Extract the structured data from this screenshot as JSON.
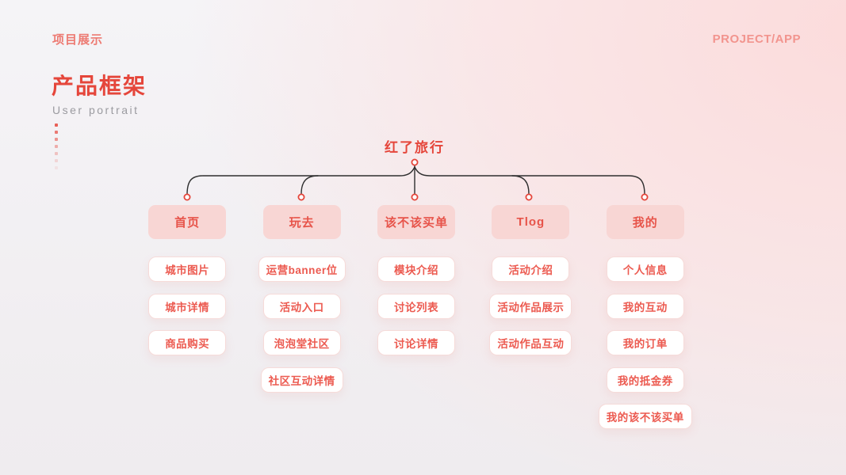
{
  "header": {
    "eyebrow": "项目展示",
    "corner_label": "PROJECT/APP",
    "title": "产品框架",
    "subtitle": "User portrait"
  },
  "tree": {
    "root": "红了旅行",
    "columns": [
      {
        "label": "首页",
        "items": [
          "城市图片",
          "城市详情",
          "商品购买"
        ]
      },
      {
        "label": "玩去",
        "items": [
          "运营banner位",
          "活动入口",
          "泡泡堂社区",
          "社区互动详情"
        ]
      },
      {
        "label": "该不该买单",
        "items": [
          "模块介绍",
          "讨论列表",
          "讨论详情"
        ]
      },
      {
        "label": "Tlog",
        "items": [
          "活动介绍",
          "活动作品展示",
          "活动作品互动"
        ]
      },
      {
        "label": "我的",
        "items": [
          "个人信息",
          "我的互动",
          "我的订单",
          "我的抵金券",
          "我的该不该买单"
        ]
      }
    ]
  },
  "colors": {
    "accent": "#e5463b",
    "accent_soft": "#ed7a72",
    "corner_label": "#f2948e",
    "node_bg": "#f8d6d4",
    "node_text": "#e7544a",
    "chip_text": "#ec5a50",
    "chip_border": "#f6dbd9",
    "line": "#2f2f2f",
    "background_pink": "#fcdada",
    "background_gray": "#f4f3f6"
  }
}
